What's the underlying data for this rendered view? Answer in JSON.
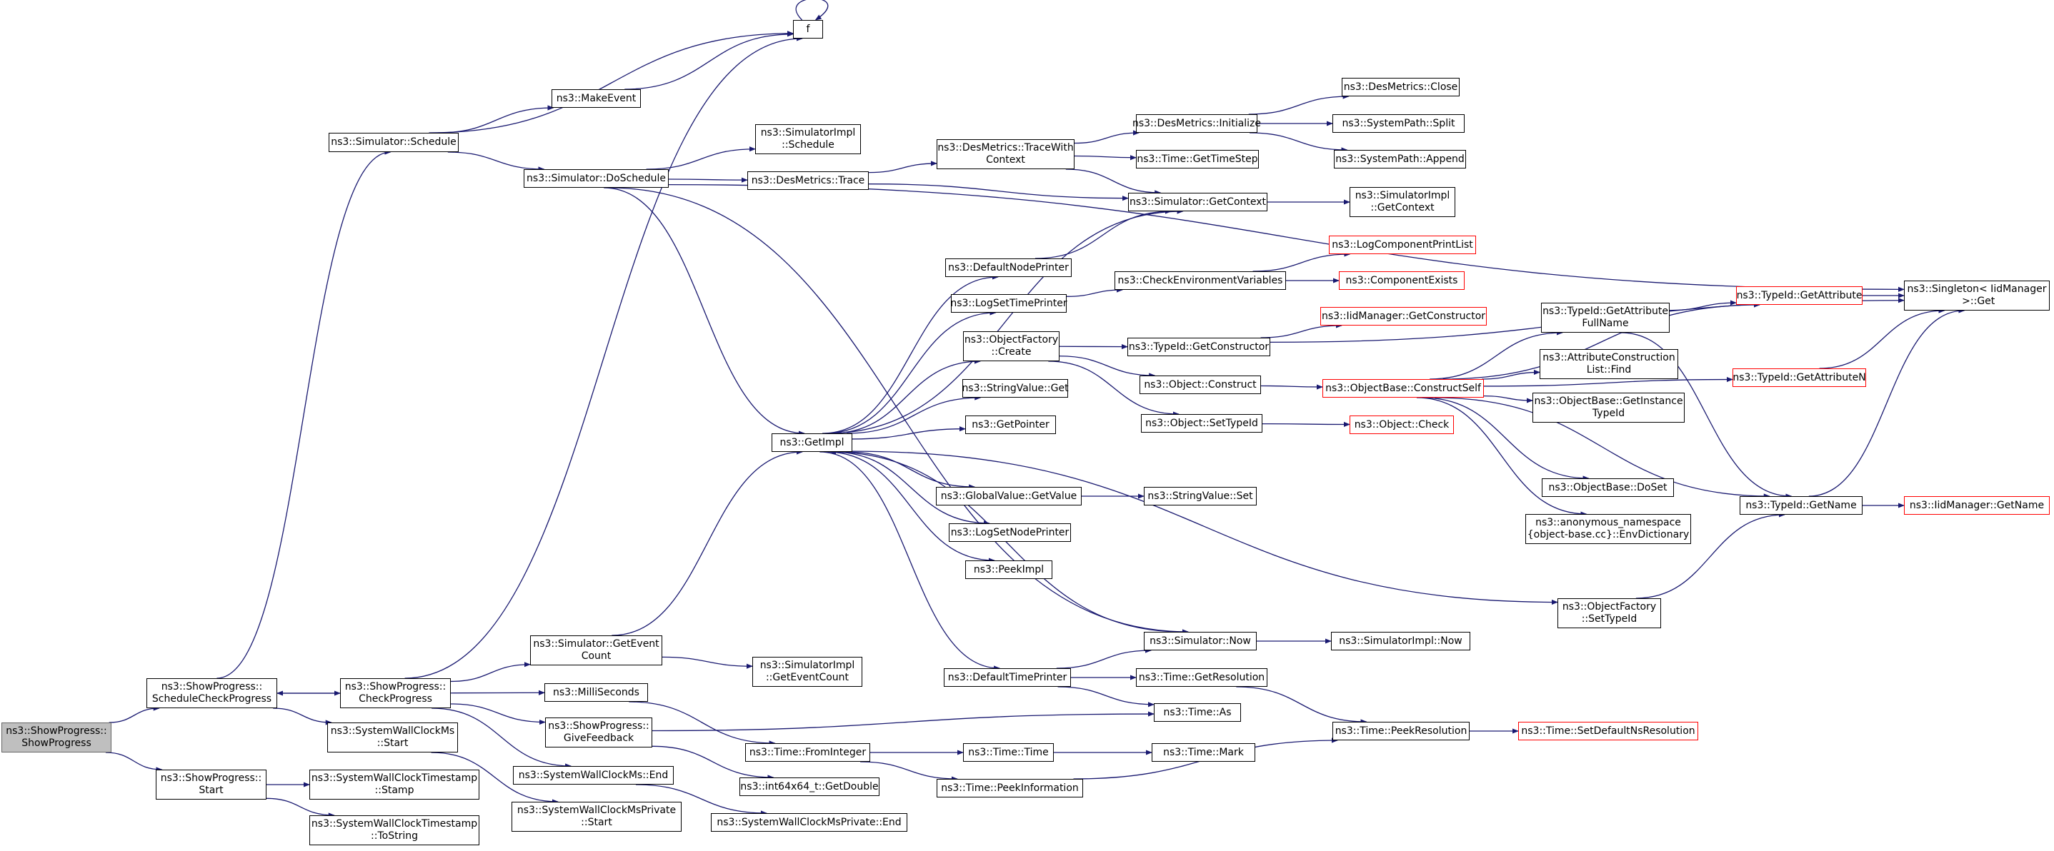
{
  "nodes": {
    "showprogress": {
      "label": "ns3::ShowProgress::\nShowProgress",
      "style": "current"
    },
    "schedulecheck": {
      "label": "ns3::ShowProgress::\nScheduleCheckProgress"
    },
    "sp_start": {
      "label": "ns3::ShowProgress::\nStart"
    },
    "checkprogress": {
      "label": "ns3::ShowProgress::\nCheckProgress"
    },
    "swcm_start": {
      "label": "ns3::SystemWallClockMs\n::Start"
    },
    "swcts_stamp": {
      "label": "ns3::SystemWallClockTimestamp\n::Stamp"
    },
    "swcts_tostring": {
      "label": "ns3::SystemWallClockTimestamp\n::ToString"
    },
    "sim_schedule": {
      "label": "ns3::Simulator::Schedule"
    },
    "f": {
      "label": "f"
    },
    "makeevent": {
      "label": "ns3::MakeEvent"
    },
    "doschedule": {
      "label": "ns3::Simulator::DoSchedule"
    },
    "simimpl_schedule": {
      "label": "ns3::SimulatorImpl\n::Schedule"
    },
    "desmetrics_trace": {
      "label": "ns3::DesMetrics::Trace"
    },
    "desmetrics_tracewith": {
      "label": "ns3::DesMetrics::TraceWith\nContext"
    },
    "desmetrics_init": {
      "label": "ns3::DesMetrics::Initialize"
    },
    "desmetrics_close": {
      "label": "ns3::DesMetrics::Close"
    },
    "syspath_split": {
      "label": "ns3::SystemPath::Split"
    },
    "syspath_append": {
      "label": "ns3::SystemPath::Append"
    },
    "time_gettimestep": {
      "label": "ns3::Time::GetTimeStep"
    },
    "sim_getcontext": {
      "label": "ns3::Simulator::GetContext"
    },
    "simimpl_getcontext": {
      "label": "ns3::SimulatorImpl\n::GetContext"
    },
    "defaultnodeprinter": {
      "label": "ns3::DefaultNodePrinter"
    },
    "checkenv": {
      "label": "ns3::CheckEnvironmentVariables"
    },
    "logcomponentprintlist": {
      "label": "ns3::LogComponentPrintList",
      "style": "red"
    },
    "componentexists": {
      "label": "ns3::ComponentExists",
      "style": "red"
    },
    "logsettimeprinter": {
      "label": "ns3::LogSetTimePrinter"
    },
    "iidmanager_getconstructor": {
      "label": "ns3::IidManager::GetConstructor",
      "style": "red"
    },
    "objectfactory_create": {
      "label": "ns3::ObjectFactory\n::Create"
    },
    "typeid_getconstructor": {
      "label": "ns3::TypeId::GetConstructor"
    },
    "object_construct": {
      "label": "ns3::Object::Construct"
    },
    "objectbase_constructself": {
      "label": "ns3::ObjectBase::ConstructSelf",
      "style": "red"
    },
    "stringvalue_get": {
      "label": "ns3::StringValue::Get"
    },
    "getpointer": {
      "label": "ns3::GetPointer"
    },
    "object_settypeid": {
      "label": "ns3::Object::SetTypeId"
    },
    "object_check": {
      "label": "ns3::Object::Check",
      "style": "red"
    },
    "getimpl": {
      "label": "ns3::GetImpl"
    },
    "globalvalue_getvalue": {
      "label": "ns3::GlobalValue::GetValue"
    },
    "stringvalue_set": {
      "label": "ns3::StringValue::Set"
    },
    "logsetnodeprinter": {
      "label": "ns3::LogSetNodePrinter"
    },
    "peekimpl": {
      "label": "ns3::PeekImpl"
    },
    "sim_geteventcount": {
      "label": "ns3::Simulator::GetEvent\nCount"
    },
    "simimpl_geteventcount": {
      "label": "ns3::SimulatorImpl\n::GetEventCount"
    },
    "milliseconds": {
      "label": "ns3::MilliSeconds"
    },
    "givefeedback": {
      "label": "ns3::ShowProgress::\nGiveFeedback"
    },
    "swcm_end": {
      "label": "ns3::SystemWallClockMs::End"
    },
    "swcmp_start": {
      "label": "ns3::SystemWallClockMsPrivate\n::Start"
    },
    "swcmp_end": {
      "label": "ns3::SystemWallClockMsPrivate::End"
    },
    "time_frominteger": {
      "label": "ns3::Time::FromInteger"
    },
    "int64_getdouble": {
      "label": "ns3::int64x64_t::GetDouble"
    },
    "time_time": {
      "label": "ns3::Time::Time"
    },
    "time_mark": {
      "label": "ns3::Time::Mark"
    },
    "time_peekinformation": {
      "label": "ns3::Time::PeekInformation"
    },
    "defaulttimeprinter": {
      "label": "ns3::DefaultTimePrinter"
    },
    "time_getresolution": {
      "label": "ns3::Time::GetResolution"
    },
    "time_as": {
      "label": "ns3::Time::As"
    },
    "sim_now": {
      "label": "ns3::Simulator::Now"
    },
    "simimpl_now": {
      "label": "ns3::SimulatorImpl::Now"
    },
    "time_peekresolution": {
      "label": "ns3::Time::PeekResolution"
    },
    "time_setdefaultnsres": {
      "label": "ns3::Time::SetDefaultNsResolution",
      "style": "red"
    },
    "typeid_getattrfullname": {
      "label": "ns3::TypeId::GetAttribute\nFullName"
    },
    "typeid_getattribute": {
      "label": "ns3::TypeId::GetAttribute",
      "style": "red"
    },
    "singleton_get": {
      "label": "ns3::Singleton< IidManager\n >::Get"
    },
    "attrconstruction_find": {
      "label": "ns3::AttributeConstruction\nList::Find"
    },
    "typeid_getattributen": {
      "label": "ns3::TypeId::GetAttributeN",
      "style": "red"
    },
    "objectbase_getinstancetypeid": {
      "label": "ns3::ObjectBase::GetInstance\nTypeId"
    },
    "objectbase_doset": {
      "label": "ns3::ObjectBase::DoSet"
    },
    "envdictionary": {
      "label": "ns3::anonymous_namespace\n{object-base.cc}::EnvDictionary"
    },
    "typeid_getname": {
      "label": "ns3::TypeId::GetName"
    },
    "iidmanager_getname": {
      "label": "ns3::IidManager::GetName",
      "style": "red"
    },
    "objectfactory_settypeid": {
      "label": "ns3::ObjectFactory\n::SetTypeId"
    }
  },
  "edges": [
    [
      "showprogress",
      "schedulecheck"
    ],
    [
      "showprogress",
      "sp_start"
    ],
    [
      "schedulecheck",
      "checkprogress"
    ],
    [
      "schedulecheck",
      "swcm_start"
    ],
    [
      "schedulecheck",
      "sim_schedule"
    ],
    [
      "checkprogress",
      "schedulecheck"
    ],
    [
      "checkprogress",
      "f"
    ],
    [
      "checkprogress",
      "sim_geteventcount"
    ],
    [
      "checkprogress",
      "milliseconds"
    ],
    [
      "checkprogress",
      "givefeedback"
    ],
    [
      "checkprogress",
      "swcm_end"
    ],
    [
      "sp_start",
      "swcts_stamp"
    ],
    [
      "sp_start",
      "swcts_tostring"
    ],
    [
      "swcm_start",
      "swcmp_start"
    ],
    [
      "sim_schedule",
      "f"
    ],
    [
      "sim_schedule",
      "makeevent"
    ],
    [
      "sim_schedule",
      "doschedule"
    ],
    [
      "makeevent",
      "f"
    ],
    [
      "f",
      "f"
    ],
    [
      "doschedule",
      "simimpl_schedule"
    ],
    [
      "doschedule",
      "desmetrics_trace"
    ],
    [
      "doschedule",
      "getimpl"
    ],
    [
      "doschedule",
      "sim_now"
    ],
    [
      "doschedule",
      "singleton_get"
    ],
    [
      "desmetrics_trace",
      "desmetrics_tracewith"
    ],
    [
      "desmetrics_trace",
      "sim_getcontext"
    ],
    [
      "desmetrics_tracewith",
      "desmetrics_init"
    ],
    [
      "desmetrics_tracewith",
      "time_gettimestep"
    ],
    [
      "desmetrics_tracewith",
      "sim_getcontext"
    ],
    [
      "desmetrics_init",
      "desmetrics_close"
    ],
    [
      "desmetrics_init",
      "syspath_split"
    ],
    [
      "desmetrics_init",
      "syspath_append"
    ],
    [
      "sim_getcontext",
      "simimpl_getcontext"
    ],
    [
      "getimpl",
      "sim_getcontext"
    ],
    [
      "getimpl",
      "defaultnodeprinter"
    ],
    [
      "getimpl",
      "logsettimeprinter"
    ],
    [
      "getimpl",
      "objectfactory_create"
    ],
    [
      "getimpl",
      "stringvalue_get"
    ],
    [
      "getimpl",
      "getpointer"
    ],
    [
      "getimpl",
      "globalvalue_getvalue"
    ],
    [
      "getimpl",
      "logsetnodeprinter"
    ],
    [
      "getimpl",
      "peekimpl"
    ],
    [
      "getimpl",
      "defaulttimeprinter"
    ],
    [
      "getimpl",
      "objectfactory_settypeid"
    ],
    [
      "defaultnodeprinter",
      "sim_getcontext"
    ],
    [
      "logsettimeprinter",
      "checkenv"
    ],
    [
      "checkenv",
      "logcomponentprintlist"
    ],
    [
      "checkenv",
      "componentexists"
    ],
    [
      "objectfactory_create",
      "typeid_getconstructor"
    ],
    [
      "objectfactory_create",
      "object_construct"
    ],
    [
      "objectfactory_create",
      "object_settypeid"
    ],
    [
      "typeid_getconstructor",
      "iidmanager_getconstructor"
    ],
    [
      "typeid_getconstructor",
      "singleton_get"
    ],
    [
      "object_construct",
      "objectbase_constructself"
    ],
    [
      "object_settypeid",
      "object_check"
    ],
    [
      "objectbase_constructself",
      "typeid_getattrfullname"
    ],
    [
      "objectbase_constructself",
      "typeid_getattribute"
    ],
    [
      "objectbase_constructself",
      "attrconstruction_find"
    ],
    [
      "objectbase_constructself",
      "typeid_getattributen"
    ],
    [
      "objectbase_constructself",
      "objectbase_getinstancetypeid"
    ],
    [
      "objectbase_constructself",
      "objectbase_doset"
    ],
    [
      "objectbase_constructself",
      "envdictionary"
    ],
    [
      "objectbase_constructself",
      "typeid_getname"
    ],
    [
      "typeid_getattrfullname",
      "typeid_getattribute"
    ],
    [
      "typeid_getattrfullname",
      "typeid_getname"
    ],
    [
      "typeid_getattribute",
      "singleton_get"
    ],
    [
      "typeid_getattributen",
      "singleton_get"
    ],
    [
      "typeid_getname",
      "iidmanager_getname"
    ],
    [
      "typeid_getname",
      "singleton_get"
    ],
    [
      "objectfactory_settypeid",
      "typeid_getname"
    ],
    [
      "globalvalue_getvalue",
      "stringvalue_set"
    ],
    [
      "sim_geteventcount",
      "getimpl"
    ],
    [
      "sim_geteventcount",
      "simimpl_geteventcount"
    ],
    [
      "milliseconds",
      "time_frominteger"
    ],
    [
      "givefeedback",
      "time_as"
    ],
    [
      "givefeedback",
      "int64_getdouble"
    ],
    [
      "swcm_end",
      "swcmp_end"
    ],
    [
      "time_frominteger",
      "time_time"
    ],
    [
      "time_frominteger",
      "time_peekinformation"
    ],
    [
      "time_time",
      "time_mark"
    ],
    [
      "time_peekinformation",
      "time_peekresolution"
    ],
    [
      "defaulttimeprinter",
      "sim_now"
    ],
    [
      "defaulttimeprinter",
      "time_getresolution"
    ],
    [
      "defaulttimeprinter",
      "time_as"
    ],
    [
      "time_getresolution",
      "time_peekresolution"
    ],
    [
      "sim_now",
      "getimpl"
    ],
    [
      "sim_now",
      "simimpl_now"
    ],
    [
      "time_peekresolution",
      "time_setdefaultnsres"
    ]
  ],
  "colors": {
    "edge": "#191970",
    "node_border": "#000000",
    "red_border": "#ff0000",
    "current_fill": "#bfbfbf"
  }
}
